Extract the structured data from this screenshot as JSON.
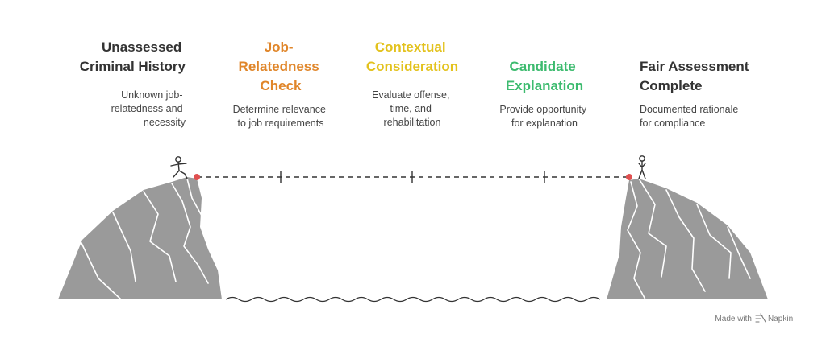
{
  "colors": {
    "step1": "#333333",
    "step2": "#e0862a",
    "step3": "#e3c21d",
    "step4": "#3dbb6f",
    "step5": "#333333",
    "cliff": "#9a9a9a",
    "cliff_line": "#ffffff",
    "endpoint": "#e05050",
    "track": "#333333",
    "water": "#333333"
  },
  "steps": [
    {
      "title_lines": [
        "Unassessed",
        "Criminal History"
      ],
      "desc_lines": [
        "Unknown job-",
        "relatedness and",
        "necessity"
      ]
    },
    {
      "title_lines": [
        "Job-",
        "Relatedness",
        "Check"
      ],
      "desc_lines": [
        "Determine relevance",
        "to job requirements"
      ]
    },
    {
      "title_lines": [
        "Contextual",
        "Consideration"
      ],
      "desc_lines": [
        "Evaluate offense,",
        "time, and",
        "rehabilitation"
      ]
    },
    {
      "title_lines": [
        "Candidate",
        "Explanation"
      ],
      "desc_lines": [
        "Provide opportunity",
        "for explanation"
      ]
    },
    {
      "title_lines": [
        "Fair Assessment",
        "Complete"
      ],
      "desc_lines": [
        "Documented rationale",
        "for compliance"
      ]
    }
  ],
  "icons": {
    "start": "balancing-person-icon",
    "end": "standing-person-icon",
    "brand": "napkin-icon"
  },
  "footer": {
    "made_with": "Made with",
    "brand": "Napkin"
  }
}
